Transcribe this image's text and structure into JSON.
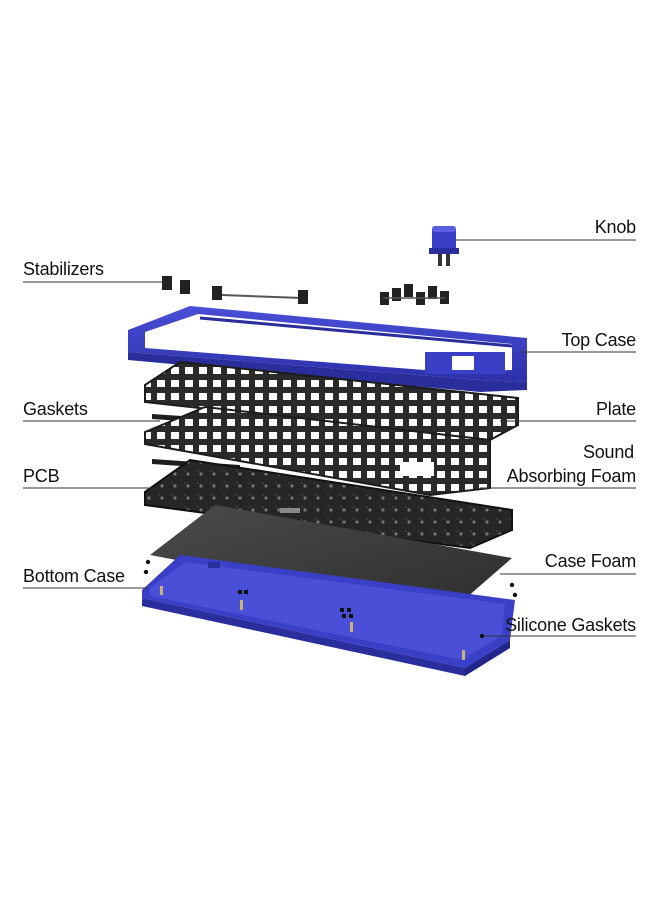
{
  "diagram": {
    "colors": {
      "case_blue": "#3a3fc8",
      "case_blue_dark": "#2a2e9c",
      "case_blue_light": "#5a5fe0",
      "plate_dark": "#2a2a2a",
      "foam_dark": "#3b3b3b",
      "pcb_dark": "#222222",
      "leader_line": "#333333"
    },
    "labels": {
      "knob": "Knob",
      "stabilizers": "Stabilizers",
      "top_case": "Top Case",
      "gaskets": "Gaskets",
      "plate": "Plate",
      "sound_foam_line1": "Sound",
      "sound_foam_line2": "Absorbing Foam",
      "pcb": "PCB",
      "case_foam": "Case Foam",
      "bottom_case": "Bottom Case",
      "silicone_gaskets": "Silicone Gaskets"
    }
  }
}
